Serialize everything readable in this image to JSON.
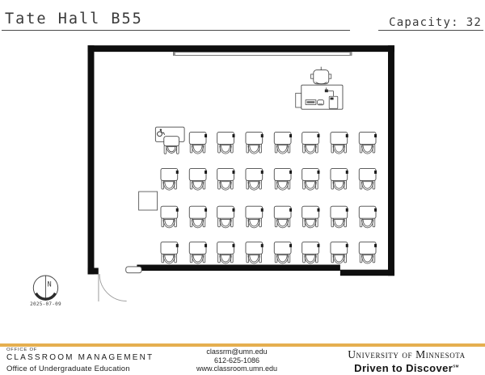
{
  "header": {
    "title": "Tate Hall B55",
    "capacity_label": "Capacity:",
    "capacity_value": "32"
  },
  "plan": {
    "north_label": "N",
    "date": "2025-07-09",
    "seat_columns": [
      185,
      225,
      264,
      304,
      344,
      383,
      423,
      463
    ],
    "row_tops": [
      178,
      229,
      282,
      332
    ],
    "rows_of_seats": [
      8,
      8,
      8,
      8
    ],
    "accessible_seat": {
      "row": 0,
      "col": 0
    },
    "capacity_total": 32
  },
  "footer": {
    "office_of": "OFFICE OF",
    "department": "CLASSROOM MANAGEMENT",
    "suborg": "Office of Undergraduate Education",
    "email": "classrm@umn.edu",
    "phone": "612-625-1086",
    "web": "www.classroom.umn.edu",
    "university": "University of Minnesota",
    "tagline": "Driven to Discover",
    "tagline_mark": "SM",
    "gold_color": "#e5af4f"
  }
}
